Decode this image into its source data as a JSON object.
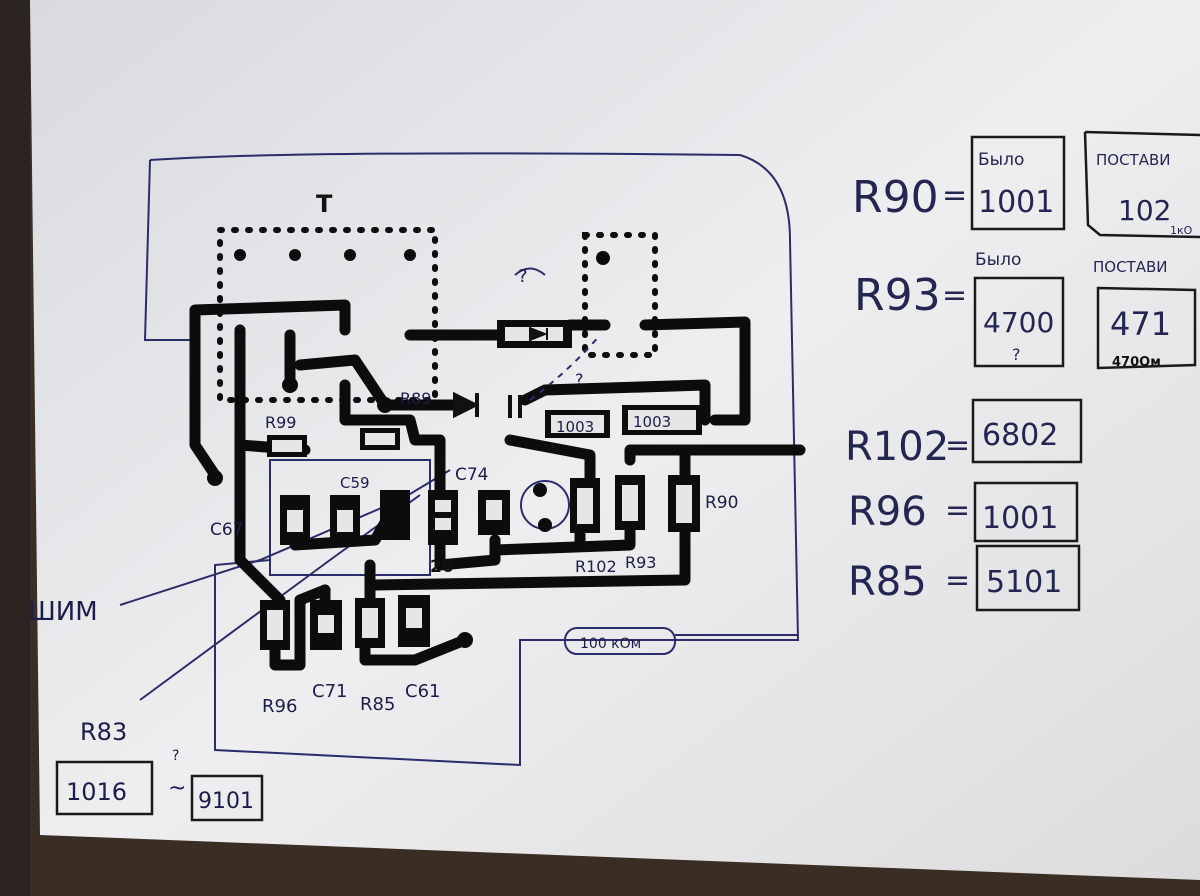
{
  "diagram": {
    "transformer_label": "T",
    "question_mark": "?",
    "labels": {
      "r89": "R89",
      "r99": "R99",
      "c59": "C59",
      "c67": "C67",
      "c74": "C74",
      "z6": "26",
      "r90": "R90",
      "r102": "R102",
      "r93": "R93",
      "r96": "R96",
      "c71": "C71",
      "r85": "R85",
      "c61": "C61",
      "pwm": "ШИМ",
      "r83": "R83"
    },
    "resistor_values": [
      "1003",
      "1003"
    ],
    "added_resistor": "100 кОм",
    "r83_codes": {
      "left": "1016",
      "relation": "~",
      "question": "?",
      "right": "9101"
    }
  },
  "notes": [
    {
      "name": "R90",
      "eq": "=",
      "was_label": "Было",
      "was": "1001",
      "set_label": "ПОСТАВИ",
      "set": "102",
      "set_note": "1кО"
    },
    {
      "name": "R93",
      "eq": "=",
      "was_label": "Было",
      "was": "4700",
      "was_note": "?",
      "set_label": "ПОСТАВИ",
      "set": "471",
      "set_note": "470Ом"
    },
    {
      "name": "R102",
      "eq": "=",
      "value": "6802"
    },
    {
      "name": "R96",
      "eq": "=",
      "value": "1001"
    },
    {
      "name": "R85",
      "eq": "=",
      "value": "5101"
    }
  ]
}
